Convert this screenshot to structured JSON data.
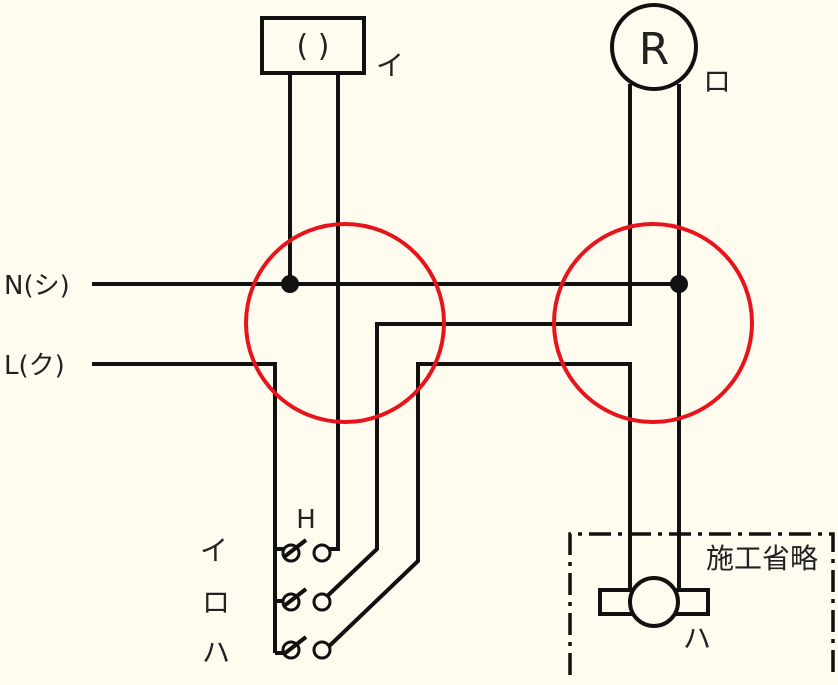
{
  "diagram": {
    "lamp_symbol": "( )",
    "lamp_label": "イ",
    "receptacle_symbol": "R",
    "receptacle_label": "ロ",
    "neutral_label": "N(シ)",
    "line_label": "L(ク)",
    "switch_type": "H",
    "switch_labels": [
      "イ",
      "ロ",
      "ハ"
    ],
    "omitted_area_label": "施工省略",
    "fixture_label": "ハ",
    "colors": {
      "background": "#fffbef",
      "wire": "#111111",
      "junction_circle": "#e8141b"
    }
  }
}
